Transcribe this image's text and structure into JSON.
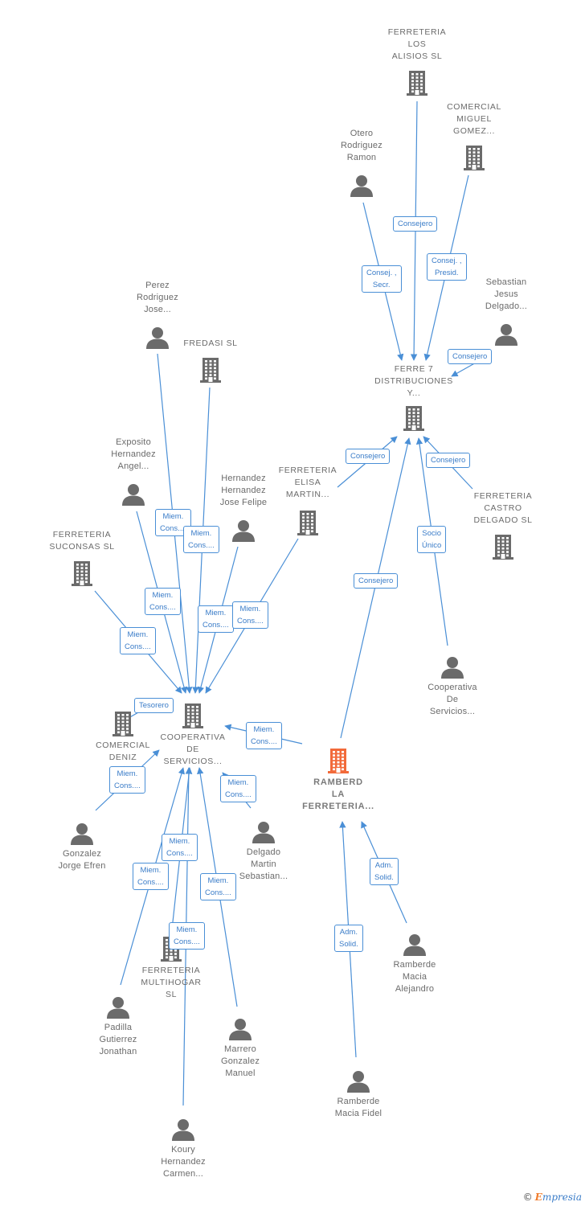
{
  "colors": {
    "edge": "#4a8fd6",
    "node": "#6b6b6b",
    "focus": "#f26a3a"
  },
  "nodes": [
    {
      "id": "alisios",
      "type": "company",
      "label": "FERRETERIA\nLOS\nALISIOS  SL"
    },
    {
      "id": "comercial_miguel",
      "type": "company",
      "label": "COMERCIAL\nMIGUEL\nGOMEZ..."
    },
    {
      "id": "otero",
      "type": "person",
      "label": "Otero\nRodriguez\nRamon"
    },
    {
      "id": "sebastian",
      "type": "person",
      "label": "Sebastian\nJesus\nDelgado..."
    },
    {
      "id": "ferre7",
      "type": "company",
      "label": "FERRE 7\nDISTRIBUCIONES\nY..."
    },
    {
      "id": "perez",
      "type": "person",
      "label": "Perez\nRodriguez\nJose..."
    },
    {
      "id": "fredasi",
      "type": "company",
      "label": "FREDASI  SL"
    },
    {
      "id": "exposito",
      "type": "person",
      "label": "Exposito\nHernandez\nAngel..."
    },
    {
      "id": "hernandez",
      "type": "person",
      "label": "Hernandez\nHernandez\nJose Felipe"
    },
    {
      "id": "ferreteria_elisa",
      "type": "company",
      "label": "FERRETERIA\nELISA\nMARTIN..."
    },
    {
      "id": "ferreteria_castro",
      "type": "company",
      "label": "FERRETERIA\nCASTRO\nDELGADO  SL"
    },
    {
      "id": "suconsas",
      "type": "company",
      "label": "FERRETERIA\nSUCONSAS  SL"
    },
    {
      "id": "cooperativa_person",
      "type": "person",
      "label": "Cooperativa\nDe\nServicios..."
    },
    {
      "id": "cooperativa",
      "type": "company",
      "label": "COOPERATIVA\nDE\nSERVICIOS..."
    },
    {
      "id": "comercial_deniz",
      "type": "company",
      "label": "COMERCIAL\nDENIZ\nPE..."
    },
    {
      "id": "ramberd",
      "type": "focus",
      "label": "RAMBERD\nLA\nFERRETERIA..."
    },
    {
      "id": "gonzalez",
      "type": "person",
      "label": "Gonzalez\nJorge Efren"
    },
    {
      "id": "delgado",
      "type": "person",
      "label": "Delgado\nMartin\nSebastian..."
    },
    {
      "id": "multihogar",
      "type": "company",
      "label": "FERRETERIA\nMULTIHOGAR\nSL"
    },
    {
      "id": "padilla",
      "type": "person",
      "label": "Padilla\nGutierrez\nJonathan"
    },
    {
      "id": "marrero",
      "type": "person",
      "label": "Marrero\nGonzalez\nManuel"
    },
    {
      "id": "ramberde_alejandro",
      "type": "person",
      "label": "Ramberde\nMacia\nAlejandro"
    },
    {
      "id": "ramberde_fidel",
      "type": "person",
      "label": "Ramberde\nMacia Fidel"
    },
    {
      "id": "koury",
      "type": "person",
      "label": "Koury\nHernandez\nCarmen..."
    }
  ],
  "edges": [
    {
      "from": "alisios",
      "to": "ferre7",
      "label": "Consejero"
    },
    {
      "from": "comercial_miguel",
      "to": "ferre7",
      "label": "Consej. ,\nPresid."
    },
    {
      "from": "otero",
      "to": "ferre7",
      "label": "Consej. ,\nSecr."
    },
    {
      "from": "sebastian",
      "to": "ferre7",
      "label": "Consejero"
    },
    {
      "from": "ferreteria_elisa",
      "to": "ferre7",
      "label": "Consejero"
    },
    {
      "from": "ferreteria_castro",
      "to": "ferre7",
      "label": "Consejero"
    },
    {
      "from": "cooperativa_person",
      "to": "ferre7",
      "label": "Socio\nÚnico"
    },
    {
      "from": "ramberd",
      "to": "ferre7",
      "label": "Consejero"
    },
    {
      "from": "perez",
      "to": "cooperativa",
      "label": "Miem.\nCons...."
    },
    {
      "from": "fredasi",
      "to": "cooperativa",
      "label": "Miem.\nCons...."
    },
    {
      "from": "exposito",
      "to": "cooperativa",
      "label": "Miem.\nCons...."
    },
    {
      "from": "hernandez",
      "to": "cooperativa",
      "label": "Miem.\nCons...."
    },
    {
      "from": "ferreteria_elisa",
      "to": "cooperativa",
      "label": "Miem.\nCons...."
    },
    {
      "from": "suconsas",
      "to": "cooperativa",
      "label": "Miem.\nCons...."
    },
    {
      "from": "comercial_deniz",
      "to": "cooperativa",
      "label": "Tesorero"
    },
    {
      "from": "ramberd",
      "to": "cooperativa",
      "label": "Miem.\nCons...."
    },
    {
      "from": "gonzalez",
      "to": "cooperativa",
      "label": "Miem.\nCons...."
    },
    {
      "from": "delgado",
      "to": "cooperativa",
      "label": "Miem.\nCons...."
    },
    {
      "from": "multihogar",
      "to": "cooperativa",
      "label": "Miem.\nCons...."
    },
    {
      "from": "padilla",
      "to": "cooperativa",
      "label": "Miem.\nCons...."
    },
    {
      "from": "marrero",
      "to": "cooperativa",
      "label": "Miem.\nCons...."
    },
    {
      "from": "koury",
      "to": "cooperativa",
      "label": "Miem.\nCons...."
    },
    {
      "from": "ramberde_alejandro",
      "to": "ramberd",
      "label": "Adm.\nSolid."
    },
    {
      "from": "ramberde_fidel",
      "to": "ramberd",
      "label": "Adm.\nSolid."
    }
  ],
  "branding": {
    "copyright": "©",
    "name": "mpresia",
    "initial": "E"
  }
}
